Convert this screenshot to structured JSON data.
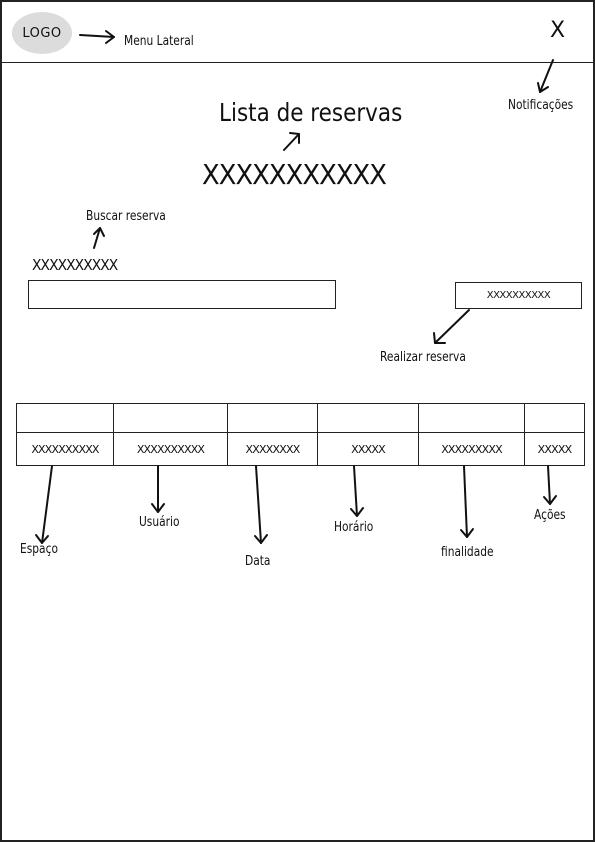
{
  "header": {
    "logo": "LOGO",
    "menu_note": "Menu Lateral",
    "notification_mark": "X",
    "notification_note": "Notificações"
  },
  "main": {
    "title": "Lista de reservas",
    "title_placeholder": "XXXXXXXXXXX",
    "search": {
      "note": "Buscar reserva",
      "label": "XXXXXXXXXX"
    },
    "reserve_button": {
      "label": "XXXXXXXXXX",
      "note": "Realizar reserva"
    }
  },
  "table": {
    "cells": [
      "XXXXXXXXXX",
      "XXXXXXXXXX",
      "XXXXXXXX",
      "XXXXX",
      "XXXXXXXXX",
      "XXXXX"
    ],
    "column_notes": [
      "Espaço",
      "Usuário",
      "Data",
      "Horário",
      "finalidade",
      "Ações"
    ]
  }
}
